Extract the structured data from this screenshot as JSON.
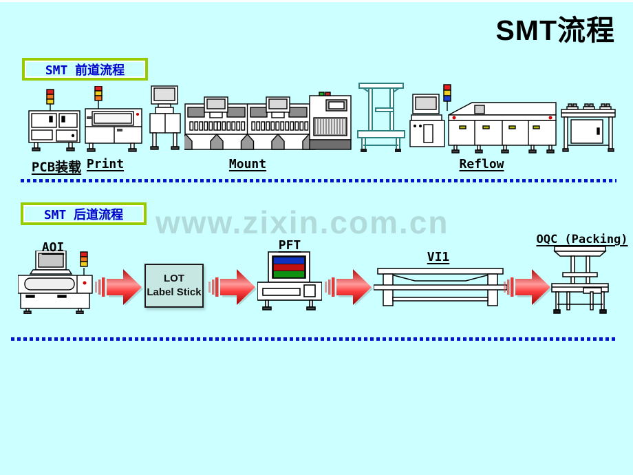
{
  "slide": {
    "title": "SMT流程",
    "watermark": "www.zixin.com.cn"
  },
  "front_section": {
    "heading": "SMT 前道流程",
    "steps": [
      {
        "label": "PCB装载"
      },
      {
        "label": "Print"
      },
      {
        "label": "Mount"
      },
      {
        "label": "Reflow"
      }
    ]
  },
  "back_section": {
    "heading": "SMT 后道流程",
    "steps": [
      {
        "label": "AOI"
      },
      {
        "label": "PFT"
      },
      {
        "label": "VI1"
      },
      {
        "label": "OQC (Packing)"
      }
    ],
    "lot_box": {
      "line1": "LOT",
      "line2": "Label Stick"
    }
  },
  "colors": {
    "background": "#CCFFFF",
    "section_box_border": "#99CC00",
    "section_text_blue": "#0000CC",
    "dotted_line_blue": "#0011CC",
    "arrow_red": "#E01010",
    "lot_box_fill": "#C6E7E2",
    "machine_gray": "#8C8C8C",
    "tower_red": "#E02020",
    "tower_yellow": "#F0D020",
    "tower_orange": "#F07820",
    "tower_blue": "#2040D0"
  }
}
